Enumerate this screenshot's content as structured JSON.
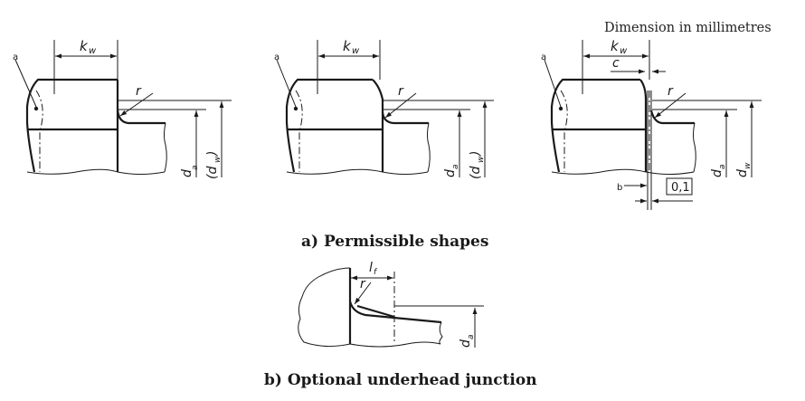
{
  "header": {
    "note": "Dimension in millimetres"
  },
  "labels": {
    "kw": "k",
    "kw_sub": "w",
    "a": "a",
    "r": "r",
    "da": "d",
    "da_sub": "a",
    "dw_open": "(d",
    "dw_sub": "w",
    "dw_close": ")",
    "dw_plain": "d",
    "c": "c",
    "b": "b",
    "tol": "0,1",
    "lf": "l",
    "lf_sub": "f"
  },
  "captions": {
    "a": "a) Permissible shapes",
    "b": "b) Optional underhead junction"
  }
}
